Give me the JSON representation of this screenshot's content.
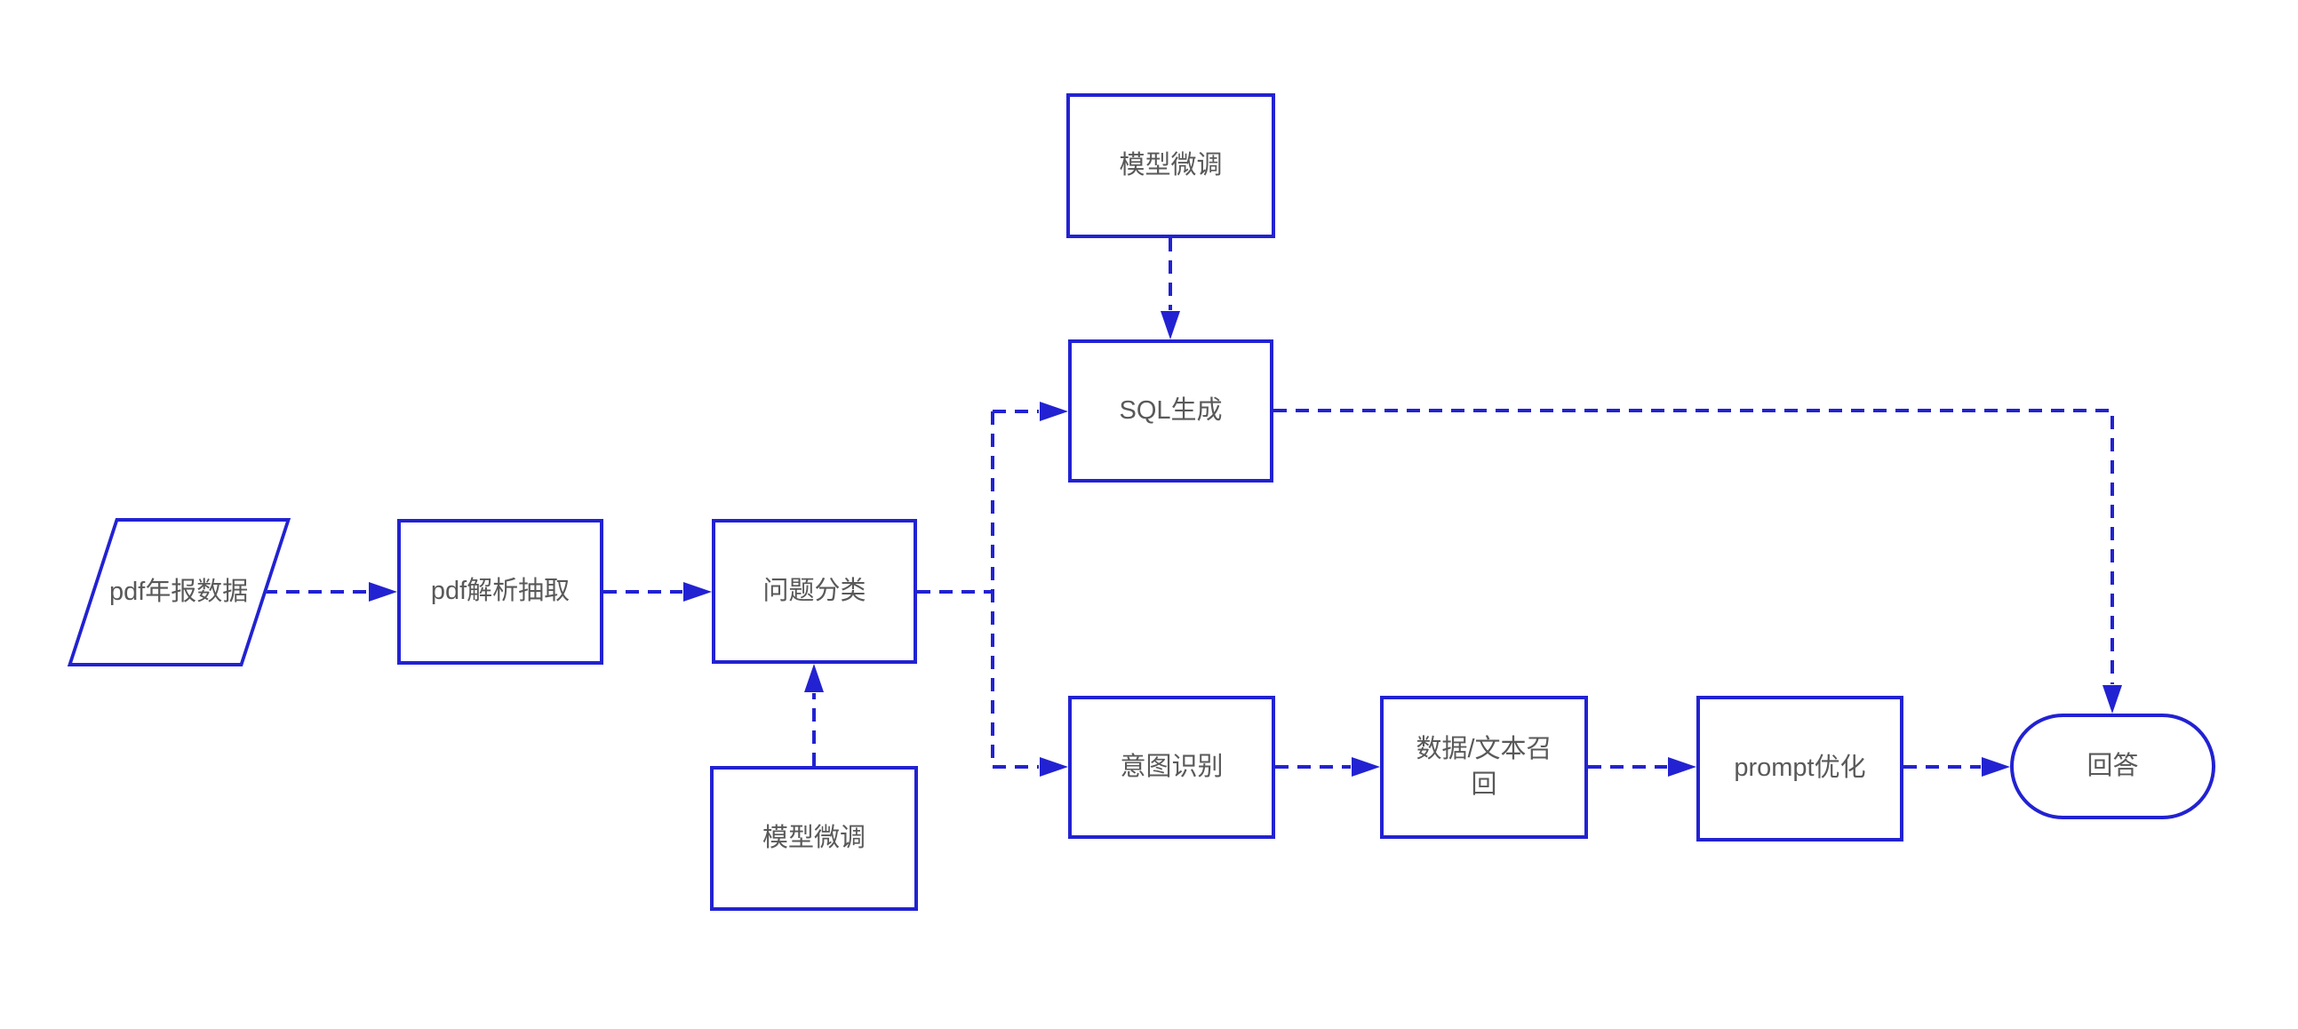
{
  "diagram": {
    "background_color": "#ffffff",
    "accent_color": "#2222d2",
    "node_text_color": "#595959",
    "line_style": "dashed",
    "nodes": [
      {
        "id": "finetune-top",
        "label": "模型微调",
        "shape": "rectangle"
      },
      {
        "id": "sql-gen",
        "label": "SQL生成",
        "shape": "rectangle"
      },
      {
        "id": "pdf-data",
        "label": "pdf年报数据",
        "shape": "parallelogram"
      },
      {
        "id": "pdf-parse",
        "label": "pdf解析抽取",
        "shape": "rectangle"
      },
      {
        "id": "classify",
        "label": "问题分类",
        "shape": "rectangle"
      },
      {
        "id": "finetune-bot",
        "label": "模型微调",
        "shape": "rectangle"
      },
      {
        "id": "intent",
        "label": "意图识别",
        "shape": "rectangle"
      },
      {
        "id": "recall",
        "label": "数据/文本召回",
        "shape": "rectangle"
      },
      {
        "id": "prompt",
        "label": "prompt优化",
        "shape": "rectangle"
      },
      {
        "id": "answer",
        "label": "回答",
        "shape": "stadium"
      }
    ],
    "edges": [
      {
        "from": "pdf年报数据",
        "to": "pdf解析抽取",
        "style": "dashed-arrow"
      },
      {
        "from": "pdf解析抽取",
        "to": "问题分类",
        "style": "dashed-arrow"
      },
      {
        "from": "模型微调(顶部)",
        "to": "SQL生成",
        "style": "dashed-arrow"
      },
      {
        "from": "模型微调(底部)",
        "to": "问题分类",
        "style": "dashed-arrow"
      },
      {
        "from": "问题分类",
        "to": "SQL生成",
        "style": "dashed-arrow"
      },
      {
        "from": "问题分类",
        "to": "意图识别",
        "style": "dashed-arrow"
      },
      {
        "from": "SQL生成",
        "to": "回答",
        "style": "dashed-arrow"
      },
      {
        "from": "意图识别",
        "to": "数据/文本召回",
        "style": "dashed-arrow"
      },
      {
        "from": "数据/文本召回",
        "to": "prompt优化",
        "style": "dashed-arrow"
      },
      {
        "from": "prompt优化",
        "to": "回答",
        "style": "dashed-arrow"
      }
    ]
  }
}
